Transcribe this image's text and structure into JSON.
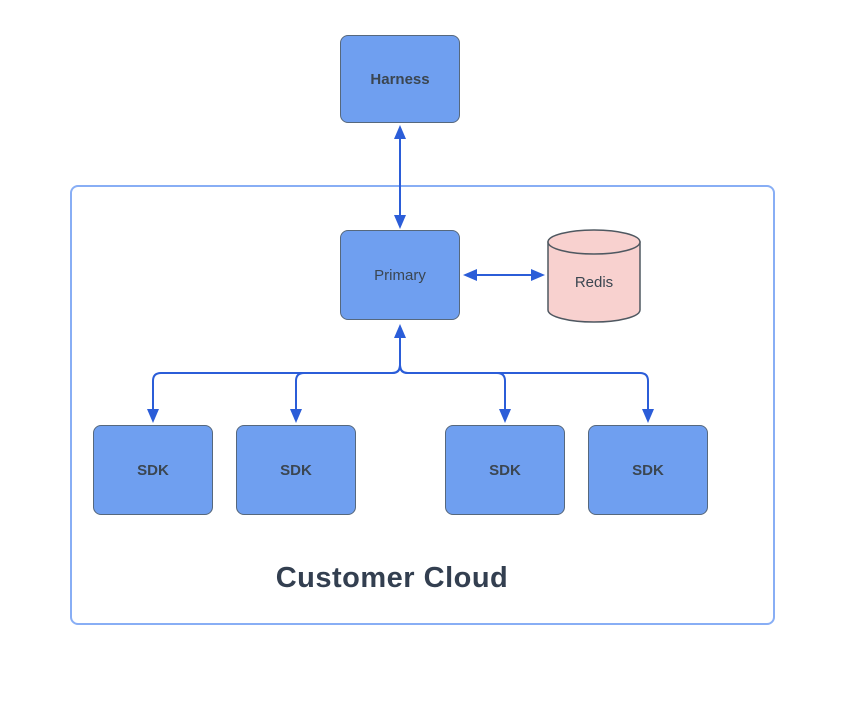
{
  "diagram": {
    "nodes": {
      "harness": {
        "label": "Harness",
        "shape": "rounded-rectangle"
      },
      "primary": {
        "label": "Primary",
        "shape": "rounded-rectangle"
      },
      "redis": {
        "label": "Redis",
        "shape": "cylinder"
      }
    },
    "sdk_labels": [
      "SDK",
      "SDK",
      "SDK",
      "SDK"
    ],
    "container": {
      "label": "Customer Cloud"
    },
    "edges": [
      {
        "from": "Harness",
        "to": "Primary",
        "direction": "bidirectional"
      },
      {
        "from": "Primary",
        "to": "Redis",
        "direction": "bidirectional"
      },
      {
        "from": "Primary",
        "to": "SDK-1",
        "direction": "down",
        "note": "shared trunk with up-arrow into Primary"
      },
      {
        "from": "Primary",
        "to": "SDK-2",
        "direction": "down"
      },
      {
        "from": "Primary",
        "to": "SDK-3",
        "direction": "down"
      },
      {
        "from": "Primary",
        "to": "SDK-4",
        "direction": "down"
      }
    ],
    "colors": {
      "node_fill": "#6f9ff0",
      "node_border": "#56687d",
      "cylinder_fill": "#f8d1cf",
      "cylinder_border": "#4f5861",
      "connector": "#2b5dd8",
      "container_border": "#88aef5",
      "node_text": "#3b4651",
      "container_text": "#333f50",
      "background": "#ffffff"
    }
  }
}
